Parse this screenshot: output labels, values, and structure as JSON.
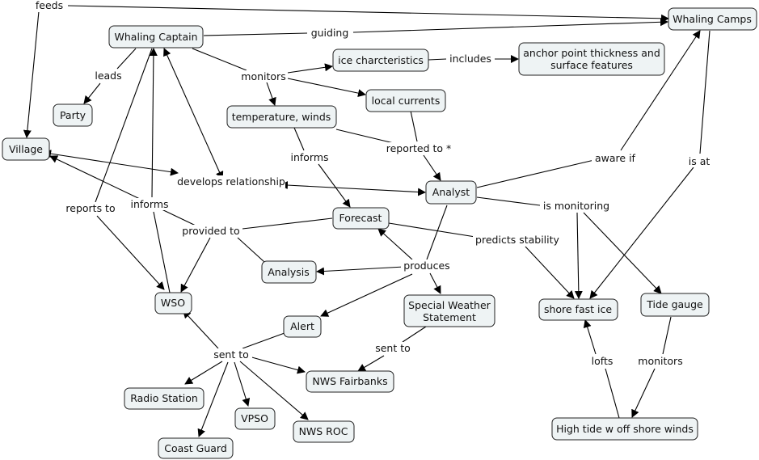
{
  "concepts": {
    "whaling_captain": "Whaling Captain",
    "whaling_camps": "Whaling Camps",
    "ice_characteristics": "ice charcteristics",
    "anchor_point_line1": "anchor point thickness and",
    "anchor_point_line2": "surface features",
    "local_currents": "local currents",
    "temperature_winds": "temperature, winds",
    "party": "Party",
    "village": "Village",
    "analyst": "Analyst",
    "forecast": "Forecast",
    "analysis": "Analysis",
    "wso": "WSO",
    "alert": "Alert",
    "sws_line1": "Special Weather",
    "sws_line2": "Statement",
    "nws_fairbanks": "NWS Fairbanks",
    "shore_fast_ice": "shore fast ice",
    "tide_gauge": "Tide gauge",
    "high_tide": "High tide w off shore winds",
    "radio_station": "Radio Station",
    "vpso": "VPSO",
    "nws_roc": "NWS ROC",
    "coast_guard": "Coast Guard"
  },
  "linking_phrases": {
    "feeds": "feeds",
    "guiding": "guiding",
    "leads": "leads",
    "monitors": "monitors",
    "includes": "includes",
    "informs_temp": "informs",
    "reported_to": "reported to *",
    "develops_relationship": "develops relationship",
    "aware_if": "aware if",
    "is_at": "is at",
    "reports_to": "reports to",
    "informs_wso": "informs",
    "provided_to": "provided to",
    "is_monitoring": "is monitoring",
    "predicts_stability": "predicts stability",
    "produces": "produces",
    "sent_to_sws": "sent to",
    "sent_to_alert": "sent to",
    "lofts": "lofts",
    "monitors_tide": "monitors"
  }
}
